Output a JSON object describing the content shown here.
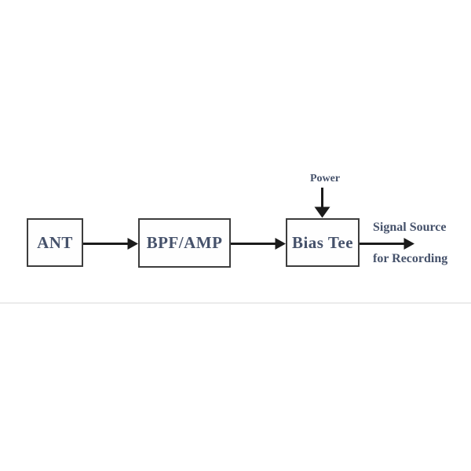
{
  "figure": {
    "type": "block-diagram",
    "blocks": [
      {
        "id": "ant",
        "label": "ANT"
      },
      {
        "id": "bpf-amp",
        "label": "BPF/AMP"
      },
      {
        "id": "bias-tee",
        "label": "Bias Tee"
      }
    ],
    "annotations": {
      "power": "Power",
      "output_line1": "Signal Source",
      "output_line2": "for Recording"
    },
    "connections": [
      {
        "from": "ANT",
        "to": "BPF/AMP",
        "type": "arrow-right"
      },
      {
        "from": "BPF/AMP",
        "to": "Bias Tee",
        "type": "arrow-right"
      },
      {
        "from": "Power",
        "to": "Bias Tee",
        "type": "arrow-down"
      },
      {
        "from": "Bias Tee",
        "to": "Signal Source for Recording",
        "type": "arrow-right"
      }
    ],
    "colors": {
      "background": "#ffffff",
      "box_border": "#3d3d3d",
      "label_text": "#46526b",
      "arrow": "#1b1b1b",
      "divider": "#ebebeb"
    }
  }
}
